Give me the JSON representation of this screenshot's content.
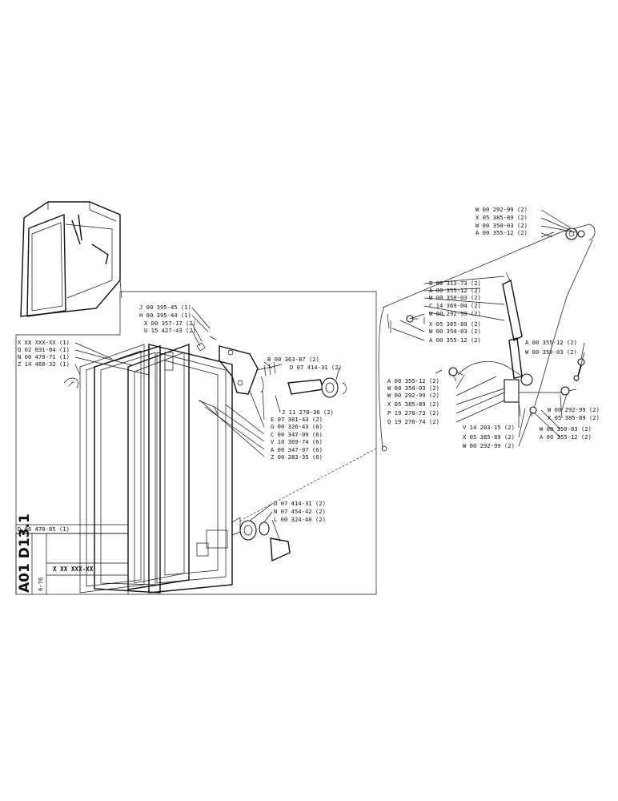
{
  "drawing": {
    "number": "A01 D13.1",
    "code_box": "X XX XXX-XX",
    "date": "6-76",
    "assembly_ref": "D 06 470-85 (1)"
  },
  "left_callouts": [
    "X XX XXX-XX (1)",
    "Q 02 031-04 (1)",
    "N 06 470-71 (1)",
    "Z 14 460-32 (1)"
  ],
  "top_callouts": [
    "J 00 395-45 (1)",
    "H 00 395-44 (1)",
    "X 00 357-17 (2)",
    "U 15 427-43 (2)"
  ],
  "hinge_callouts_upper": [
    "B 00 363-87 (2)",
    "D 07 414-31 (2)"
  ],
  "hinge_callouts_lower": [
    "J 11 278-36 (2)",
    "E 07 381-43 (2)",
    "G 00 326-43 (6)",
    "C 00 347-09 (6)",
    "V 10 369-74 (6)",
    "A 00 347-07 (6)",
    "Z 00 283-35 (6)"
  ],
  "bottom_hinge_callouts": [
    "D 07 414-31 (2)",
    "N 07 454-42 (2)",
    "L 00 324-40 (2)"
  ],
  "right_top_callouts": [
    "W 00 292-99 (2)",
    "X 05 385-89 (2)",
    "W 00 350-03 (2)",
    "A 00 355-12 (2)"
  ],
  "right_mid_callouts": [
    "B 00 313-73 (2)",
    "A 00 355-12 (2)",
    "W 00 350-03 (2)",
    "C 14 369-04 (2)",
    "W 00 292-99 (2)",
    "X 05 385-89 (2)",
    "W 00 350-03 (2)",
    "A 00 355-12 (2)"
  ],
  "right_far_callouts": [
    "A 00 355-12 (2)",
    "W 00 350-03 (2)"
  ],
  "right_lower_left_callouts": [
    "A 00 355-12 (2)",
    "W 00 350-03 (2)",
    "W 00 292-99 (2)",
    "X 05 385-89 (2)",
    "P 19 278-73 (2)",
    "Q 19 278-74 (2)"
  ],
  "right_lower_center_callouts": [
    "V 14 203-15 (2)",
    "X 05 385-89 (2)",
    "W 00 292-99 (2)"
  ],
  "right_lower_right_callouts": [
    "W 00 292-99 (2)",
    "X 05 385-89 (2)",
    "W 00 350-03 (2)",
    "A 00 355-12 (2)"
  ]
}
